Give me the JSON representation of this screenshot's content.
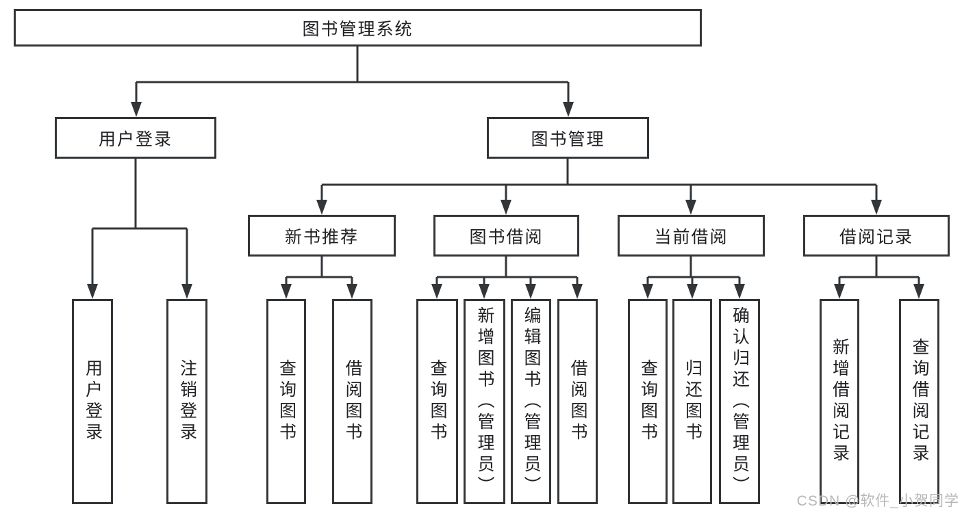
{
  "diagram": {
    "title": "图书管理系统",
    "root": {
      "label": "图书管理系统",
      "children": [
        {
          "label": "用户登录",
          "children": [
            {
              "label": "用户登录"
            },
            {
              "label": "注销登录"
            }
          ]
        },
        {
          "label": "图书管理",
          "children": [
            {
              "label": "新书推荐",
              "children": [
                {
                  "label": "查询图书"
                },
                {
                  "label": "借阅图书"
                }
              ]
            },
            {
              "label": "图书借阅",
              "children": [
                {
                  "label": "查询图书"
                },
                {
                  "label": "新增图书（管理员）"
                },
                {
                  "label": "编辑图书（管理员）"
                },
                {
                  "label": "借阅图书"
                }
              ]
            },
            {
              "label": "当前借阅",
              "children": [
                {
                  "label": "查询图书"
                },
                {
                  "label": "归还图书"
                },
                {
                  "label": "确认归还（管理员）"
                }
              ]
            },
            {
              "label": "借阅记录",
              "children": [
                {
                  "label": "新增借阅记录"
                },
                {
                  "label": "查询借阅记录"
                }
              ]
            }
          ]
        }
      ]
    }
  },
  "colors": {
    "box_border": "#333639",
    "connector_line": "#333639",
    "text": "#202124",
    "background": "#ffffff",
    "watermark": "#b7b7b7"
  },
  "watermark": {
    "text": "CSDN @软件_小贺同学"
  }
}
